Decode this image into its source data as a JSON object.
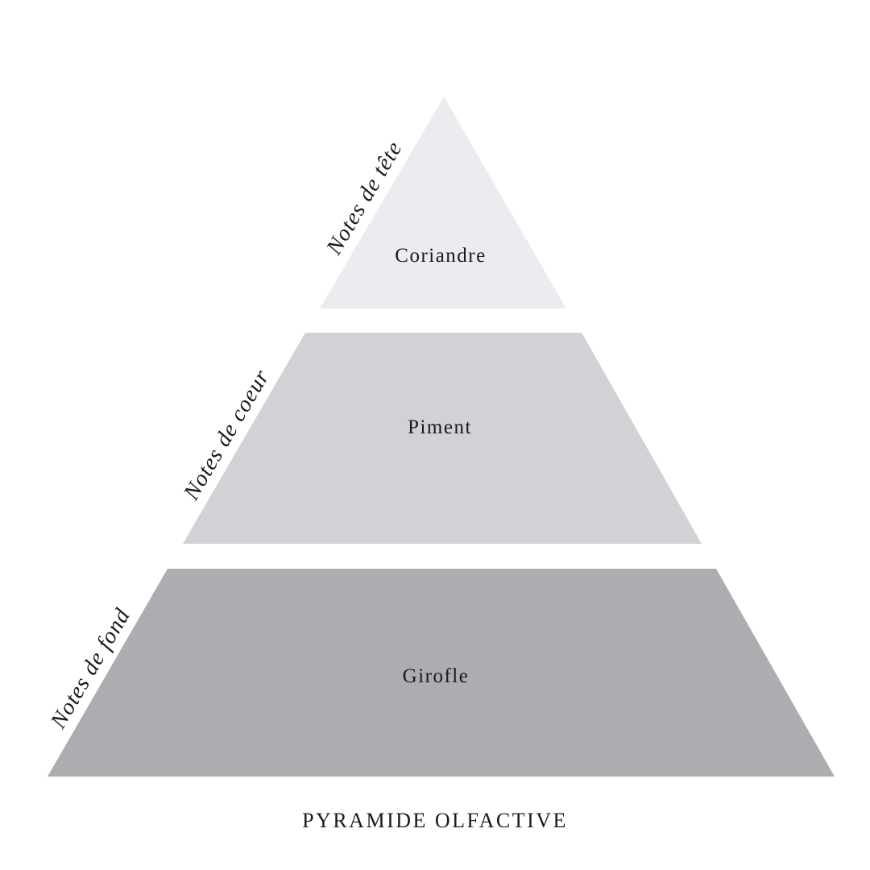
{
  "title": "PYRAMIDE OLFACTIVE",
  "tiers": [
    {
      "category": "Notes de tête",
      "note": "Coriandre",
      "color": "#ecebef"
    },
    {
      "category": "Notes de coeur",
      "note": "Piment",
      "color": "#d2d1d5"
    },
    {
      "category": "Notes de fond",
      "note": "Girofle",
      "color": "#adacb0"
    }
  ]
}
